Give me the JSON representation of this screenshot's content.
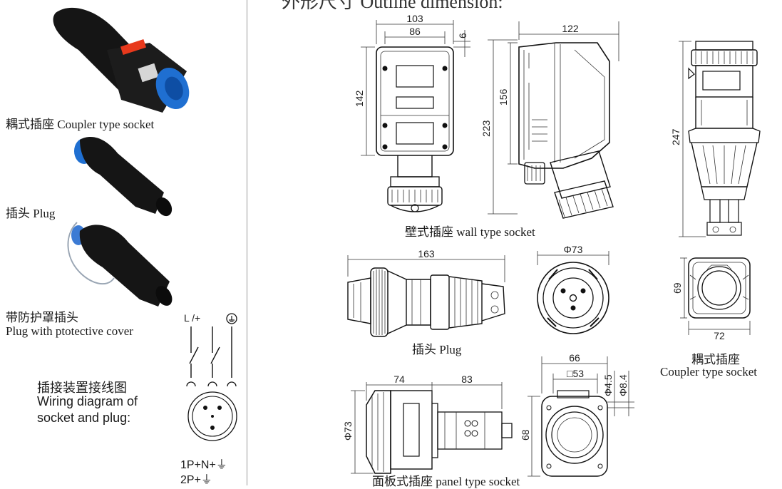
{
  "header": {
    "title": "外形尺寸 Outline dimension:"
  },
  "left": {
    "coupler_caption": "耦式插座 Coupler type socket",
    "plug_caption": "插头 Plug",
    "cover_caption_cn": "带防护罩插头",
    "cover_caption_en": "Plug with ptotective cover",
    "wiring_title_cn": "插接装置接线图",
    "wiring_title_en1": "Wiring diagram of",
    "wiring_title_en2": "socket and plug:",
    "wiring_label_l": "L /+",
    "wiring_cfg1": "1P+N+⏚",
    "wiring_cfg2": "2P+⏚"
  },
  "wall": {
    "caption": "壁式插座 wall type socket",
    "dim_103": "103",
    "dim_86": "86",
    "dim_6": "6",
    "dim_142": "142",
    "dim_223": "223",
    "dim_156": "156",
    "dim_122": "122"
  },
  "coupler": {
    "dim_247": "247",
    "dim_69": "69",
    "dim_72": "72",
    "caption_cn": "耦式插座",
    "caption_en": "Coupler type socket"
  },
  "plug": {
    "caption": "插头 Plug",
    "dim_163": "163",
    "dim_phi73": "Φ73"
  },
  "panel": {
    "caption": "面板式插座 panel type socket",
    "dim_74": "74",
    "dim_83": "83",
    "dim_phi73": "Φ73",
    "dim_66": "66",
    "dim_sq53": "□53",
    "dim_phi45": "Φ4.5",
    "dim_phi84": "Φ8.4",
    "dim_68": "68"
  },
  "colors": {
    "socket_blue": "#1f6fd1",
    "body_black": "#151515",
    "label_red": "#e8391c"
  },
  "icons": [
    "coupler-socket-photo",
    "plug-photo",
    "covered-plug-photo",
    "ground-icon"
  ]
}
